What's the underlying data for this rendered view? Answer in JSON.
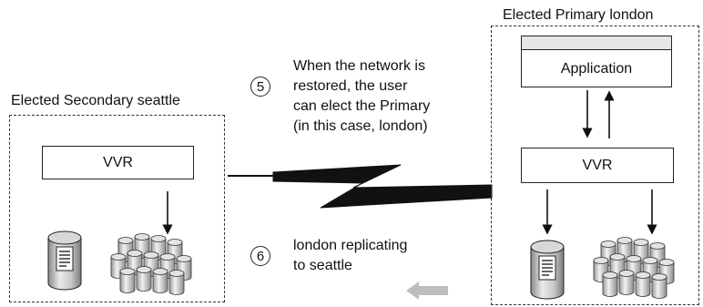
{
  "secondary": {
    "title": "Elected Secondary seattle",
    "vvr_label": "VVR"
  },
  "primary": {
    "title": "Elected Primary london",
    "application_label": "Application",
    "vvr_label": "VVR"
  },
  "steps": [
    {
      "number": "5",
      "lines": [
        "When the network is",
        "restored, the user",
        "can elect the Primary",
        "(in this case, london)"
      ]
    },
    {
      "number": "6",
      "lines": [
        "london replicating",
        "to seattle"
      ]
    }
  ],
  "icons": [
    "dashed-region",
    "vvr-box",
    "application-box",
    "arrow-down-icon",
    "arrow-up-icon",
    "lightning-link-icon",
    "log-volume-icon",
    "data-volumes-icon",
    "replication-arrow-icon"
  ]
}
